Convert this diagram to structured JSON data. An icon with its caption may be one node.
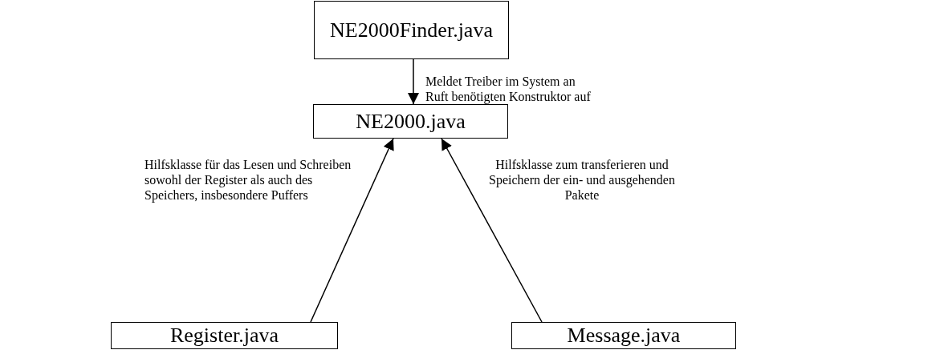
{
  "diagram": {
    "nodes": [
      {
        "text": [
          "NE2000Finder.java"
        ]
      },
      {
        "text": [
          "NE2000.java"
        ]
      },
      {
        "text": [
          "Register.java"
        ]
      },
      {
        "text": [
          "Message.java"
        ]
      }
    ],
    "edges": [
      {
        "from": 0,
        "to": 1,
        "arrow": "to",
        "label": "Meldet Treiber im System an Ruft benötigten Konstruktor auf"
      },
      {
        "from": 2,
        "to": 1,
        "arrow": "to",
        "label": "Hilfsklasse für das Lesen und Schreiben sowohl der Register als auch des Speichers, insbesondere Puffers"
      },
      {
        "from": 3,
        "to": 1,
        "arrow": "to",
        "label": "Hilfsklasse zum transferieren und Speichern der ein- und ausgehenden Pakete"
      }
    ]
  }
}
